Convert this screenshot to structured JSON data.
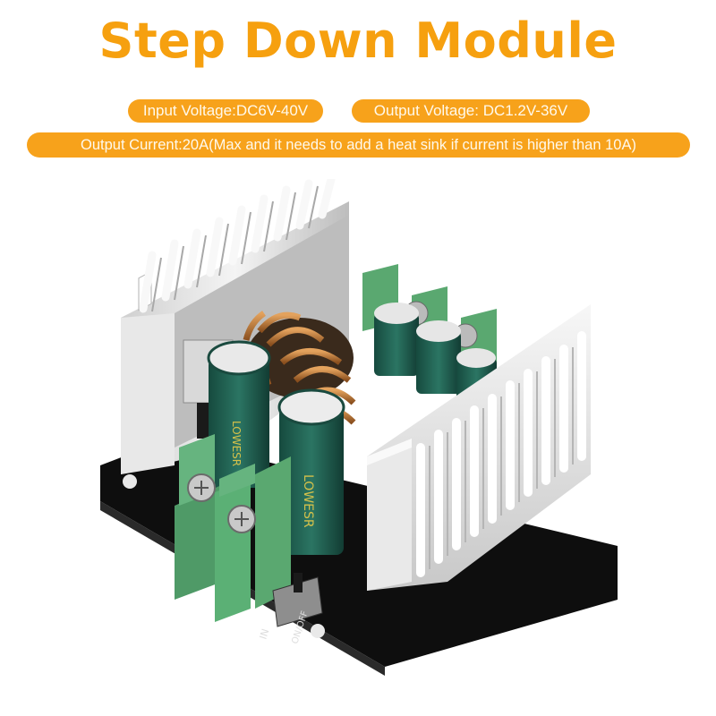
{
  "banner": {
    "title": "Step Down Module",
    "specs": {
      "input_voltage": "Input Voltage:DC6V-40V",
      "output_voltage": "Output Voltage: DC1.2V-36V",
      "output_current": "Output Current:20A(Max and it needs to add a heat sink if current is higher than 10A)"
    }
  },
  "product": {
    "description": "DC-DC buck converter module with aluminum heat sinks, toroidal inductor, electrolytic capacitors, green screw terminals and ON/OFF switch",
    "switch_label": "ON/OFF",
    "terminal_label": "IN",
    "capacitor_text": "LOWESR"
  },
  "colors": {
    "accent": "#f6a00f",
    "pill_bg": "#f7a21b",
    "pill_text": "#fff9ec",
    "pcb": "#111111",
    "terminal_green": "#5aa870",
    "capacitor_green": "#1f5a4c",
    "copper": "#c77d3a",
    "heatsink": "#e6e6e6"
  }
}
